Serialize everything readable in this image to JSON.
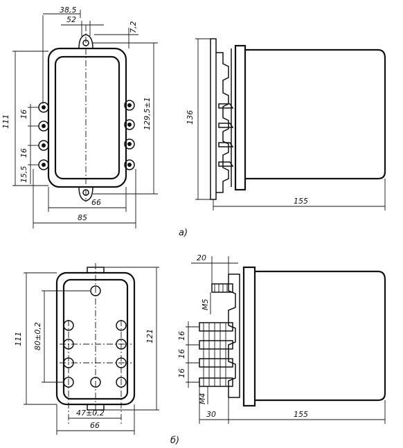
{
  "view_a": {
    "caption": "а)",
    "dims": {
      "top_width": "38,5",
      "top_small": "52",
      "top_offset": "7,2",
      "height_total": "111",
      "spacing_1": "16",
      "spacing_2": "16",
      "bottom_offset": "15,5",
      "height_right": "129,5±1",
      "inner_width": "66",
      "outer_width": "85",
      "side_height": "136",
      "side_length": "155"
    }
  },
  "view_b": {
    "caption": "б)",
    "dims": {
      "height_total": "111",
      "height_inner": "80±0,2",
      "height_right": "121",
      "pin_spacing": "47±0,2",
      "width": "66",
      "side_top": "20",
      "thread_top": "М5",
      "spacing_1": "16",
      "spacing_2": "16",
      "spacing_3": "16",
      "thread_bottom": "М4",
      "side_left": "30",
      "side_length": "155"
    }
  }
}
